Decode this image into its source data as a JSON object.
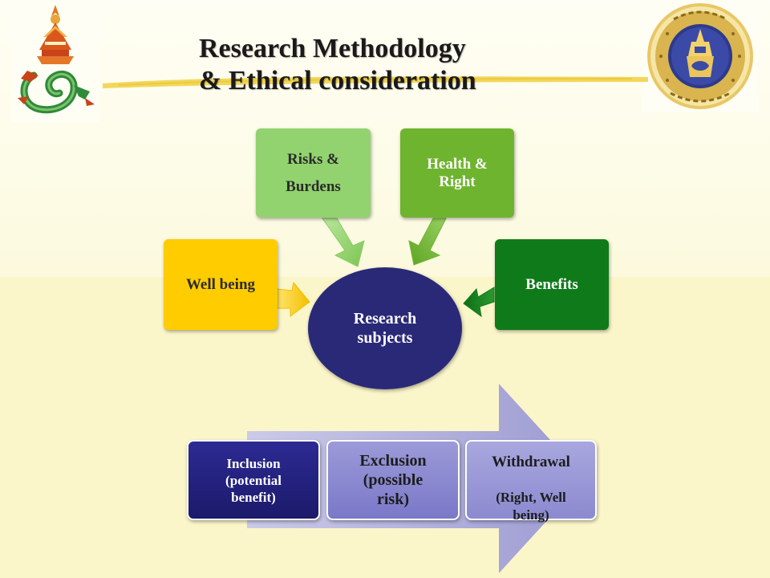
{
  "title": {
    "line1": "Research Methodology",
    "line2": "& Ethical consideration"
  },
  "logos": {
    "left": "university-emblem",
    "right": "mahidol-university-seal"
  },
  "diagram": {
    "center": "Research\nsubjects",
    "inputs": [
      {
        "label": "Risks &\nBurdens",
        "color": "#92d36f"
      },
      {
        "label": "Health &\nRight",
        "color": "#6fb42e"
      },
      {
        "label": "Well being",
        "color": "#ffcc00"
      },
      {
        "label": "Benefits",
        "color": "#0f7a1a"
      }
    ]
  },
  "process": {
    "steps": [
      {
        "label": "Inclusion\n(potential\nbenefit)"
      },
      {
        "label": "Exclusion\n(possible\nrisk)"
      },
      {
        "label_main": "Withdrawal",
        "label_sub": "(Right, Well\nbeing)"
      }
    ]
  }
}
